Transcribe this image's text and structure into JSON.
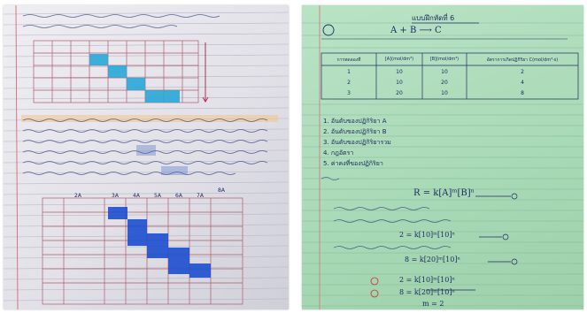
{
  "left_photo": {
    "description_labels": {
      "top_axis": [
        "2A",
        "3A",
        "4A",
        "5A",
        "6A",
        "7A",
        "8A"
      ]
    }
  },
  "right_photo": {
    "heading": "แบบฝึกหัดที่ 6",
    "reaction": "A + B ⟶ C",
    "table": {
      "headers": [
        "การทดลองที่",
        "[A](mol/dm³)",
        "[B](mol/dm³)",
        "อัตราการเกิดปฏิกิริยา C(mol/dm³·s)"
      ],
      "rows": [
        [
          "1",
          "10",
          "10",
          "2"
        ],
        [
          "2",
          "10",
          "20",
          "4"
        ],
        [
          "3",
          "20",
          "10",
          "8"
        ]
      ]
    },
    "list_items": [
      "1. อันดับของปฏิกิริยา A",
      "2. อันดับของปฏิกิริยา B",
      "3. อันดับของปฏิกิริยารวม",
      "4. กฎอัตรา",
      "5. ค่าคงที่ของปฏิกิริยา"
    ],
    "equations": {
      "rate_law": "R = k[A]ᵐ[B]ⁿ",
      "eq1": "2 = k[10]ᵐ[10]ⁿ",
      "eq2": "8 = k[20]ᵐ[10]ⁿ",
      "ratio_top": "2 = k[10]ᵐ[10]ⁿ",
      "ratio_bottom": "8 = k[20]ᵐ[10]ⁿ",
      "result": "m = 2"
    }
  }
}
